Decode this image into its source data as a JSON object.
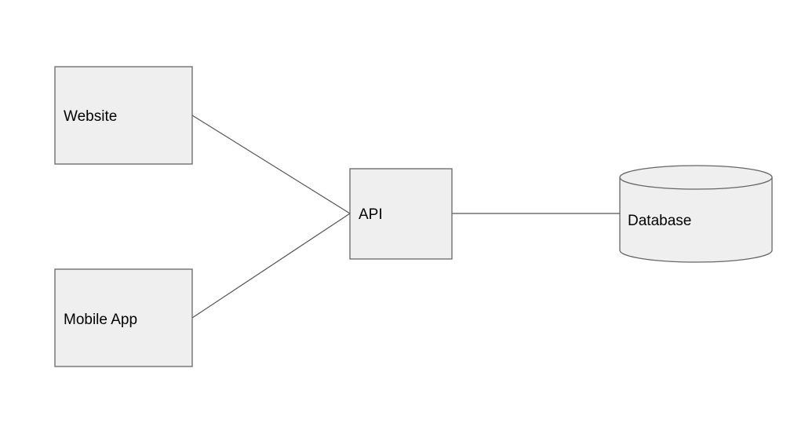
{
  "diagram": {
    "nodes": {
      "website": {
        "label": "Website"
      },
      "mobile_app": {
        "label": "Mobile App"
      },
      "api": {
        "label": "API"
      },
      "database": {
        "label": "Database"
      }
    },
    "edges": [
      {
        "from": "website",
        "to": "api"
      },
      {
        "from": "mobile_app",
        "to": "api"
      },
      {
        "from": "api",
        "to": "database"
      }
    ],
    "colors": {
      "node_fill": "#efefef",
      "node_stroke": "#666666",
      "edge_stroke": "#555555",
      "background": "#ffffff"
    }
  }
}
